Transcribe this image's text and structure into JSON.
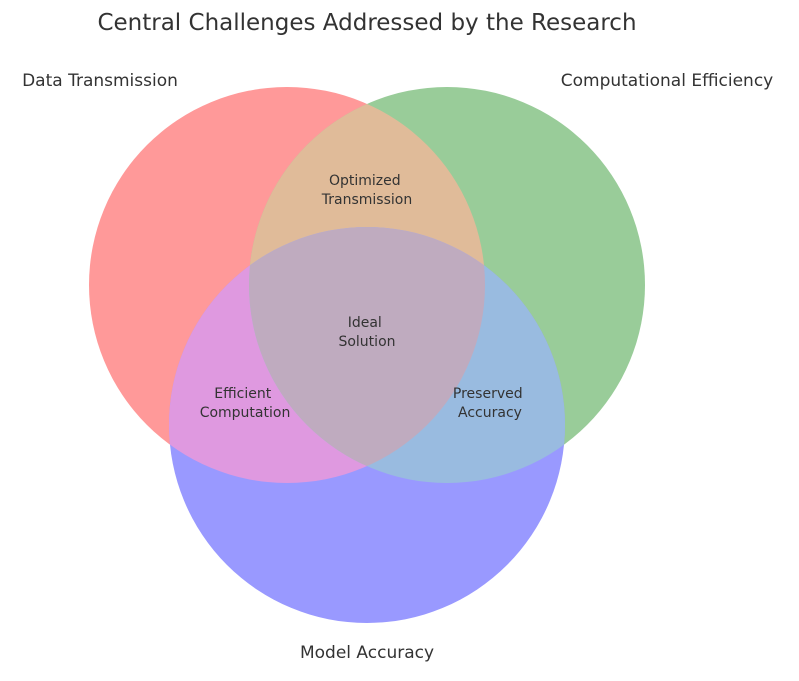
{
  "title": "Central Challenges Addressed by the Research",
  "sets": [
    {
      "id": "transmission",
      "label": "Data Transmission",
      "color": "#ff9999"
    },
    {
      "id": "efficiency",
      "label": "Computational Efficiency",
      "color": "#99cc99"
    },
    {
      "id": "accuracy",
      "label": "Model Accuracy",
      "color": "#9999ff"
    }
  ],
  "regions": {
    "transmission_efficiency": {
      "line1": "Optimized",
      "line2": "Transmission",
      "color": "#e0bb99"
    },
    "transmission_accuracy": {
      "line1": "Efficient",
      "line2": "Computation",
      "color": "#df99e0"
    },
    "efficiency_accuracy": {
      "line1": "Preserved",
      "line2": "Accuracy",
      "color": "#99bbe0"
    },
    "all_three": {
      "line1": "Ideal",
      "line2": "Solution",
      "color": "#bfabbf"
    }
  }
}
